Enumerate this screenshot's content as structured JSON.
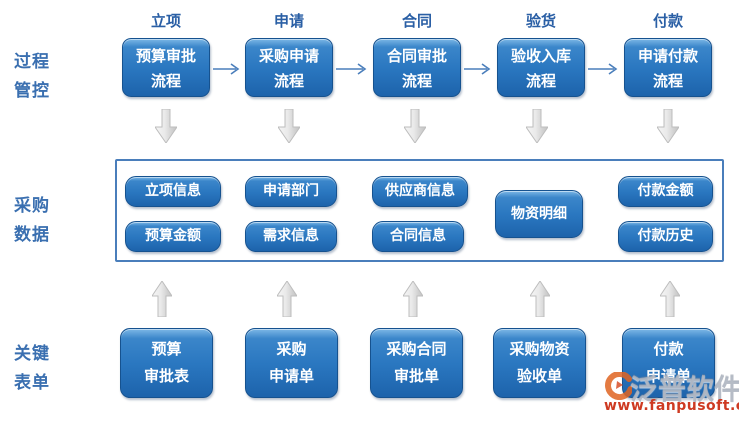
{
  "diagram": {
    "row_labels": [
      {
        "id": "process-control",
        "label": "过程\n管控"
      },
      {
        "id": "procurement-data",
        "label": "采购\n数据"
      },
      {
        "id": "key-forms",
        "label": "关键\n表单"
      }
    ],
    "stage_headers": [
      "立项",
      "申请",
      "合同",
      "验货",
      "付款"
    ],
    "process_boxes": [
      "预算审批\n流程",
      "采购申请\n流程",
      "合同审批\n流程",
      "验收入库\n流程",
      "申请付款\n流程"
    ],
    "data_groups": [
      [
        "立项信息",
        "预算金额"
      ],
      [
        "申请部门",
        "需求信息"
      ],
      [
        "供应商信息",
        "合同信息"
      ],
      [
        "物资明细"
      ],
      [
        "付款金额",
        "付款历史"
      ]
    ],
    "form_boxes": [
      "预算\n审批表",
      "采购\n申请单",
      "采购合同\n审批单",
      "采购物资\n验收单",
      "付款\n申请单"
    ],
    "icons": {
      "flow_right": "thin-right-arrow",
      "flow_down": "silver-block-arrow-down",
      "flow_up": "silver-block-arrow-up"
    },
    "colors": {
      "box_gradient_top": "#7db8e6",
      "box_blue": "#2a77c0",
      "box_blue_dark": "#1d63ab",
      "box_border": "#16528f",
      "label_blue": "#3a6fb0",
      "header_blue": "#2a5fa5",
      "container_border": "#4a7ebb",
      "thin_arrow_blue": "#4a7ebb",
      "block_arrow_silver": "#d9d9d9",
      "watermark_gray": "#a8b0bc",
      "watermark_red": "#ce3a22",
      "watermark_orange": "#e06422"
    }
  },
  "watermark": {
    "brand": "泛普软件",
    "url": "www.fanpusoft.com"
  }
}
